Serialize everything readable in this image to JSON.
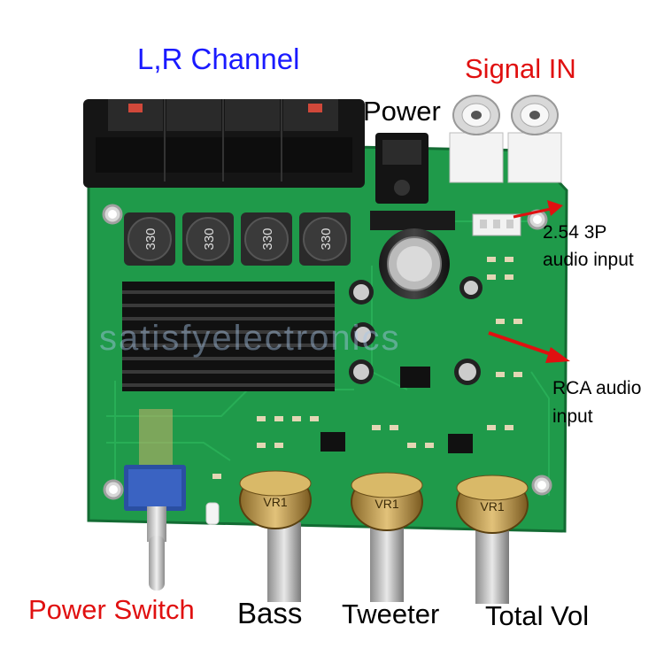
{
  "labels": {
    "lr_channel": "L,R Channel",
    "signal_in": "Signal IN",
    "power": "Power",
    "header_line1": "2.54 3P",
    "header_line2": "audio input",
    "rca_line1": "RCA audio",
    "rca_line2": "input",
    "power_switch": "Power Switch",
    "bass": "Bass",
    "tweeter": "Tweeter",
    "total_vol": "Total Vol"
  },
  "watermark": "satisfyelectronics",
  "inductor_marking": "330",
  "pot_marking": "VR1",
  "colors": {
    "pcb": "#1f9a4a",
    "label_blue": "#1a1aff",
    "label_red": "#e01010",
    "arrow_red": "#e01010"
  }
}
